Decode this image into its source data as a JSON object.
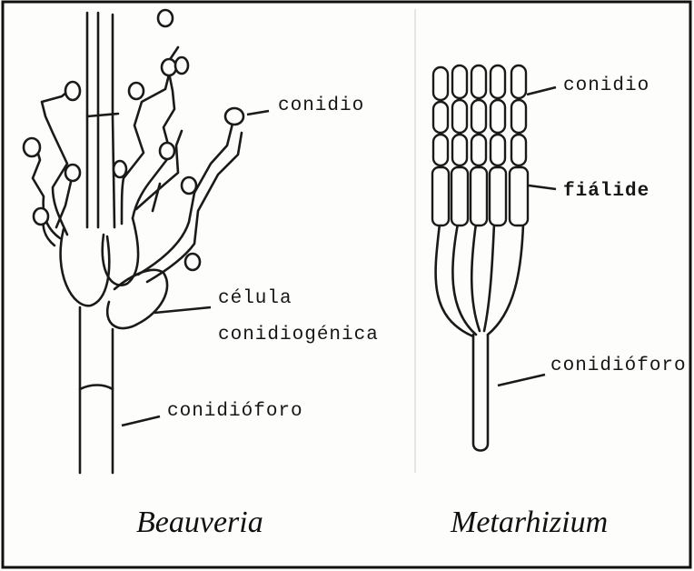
{
  "beauveria": {
    "name": "Beauveria",
    "labels": {
      "conidio": "conidio",
      "celula": "célula",
      "conidiogenica": "conidiogénica",
      "conidioforo": "conidióforo"
    }
  },
  "metarhizium": {
    "name": "Metarhizium",
    "labels": {
      "conidio": "conidio",
      "fialide": "fiálide",
      "conidioforo": "conidióforo"
    }
  },
  "colors": {
    "ink": "#161616",
    "paper": "#fdfdfb",
    "frame": "#111111"
  }
}
